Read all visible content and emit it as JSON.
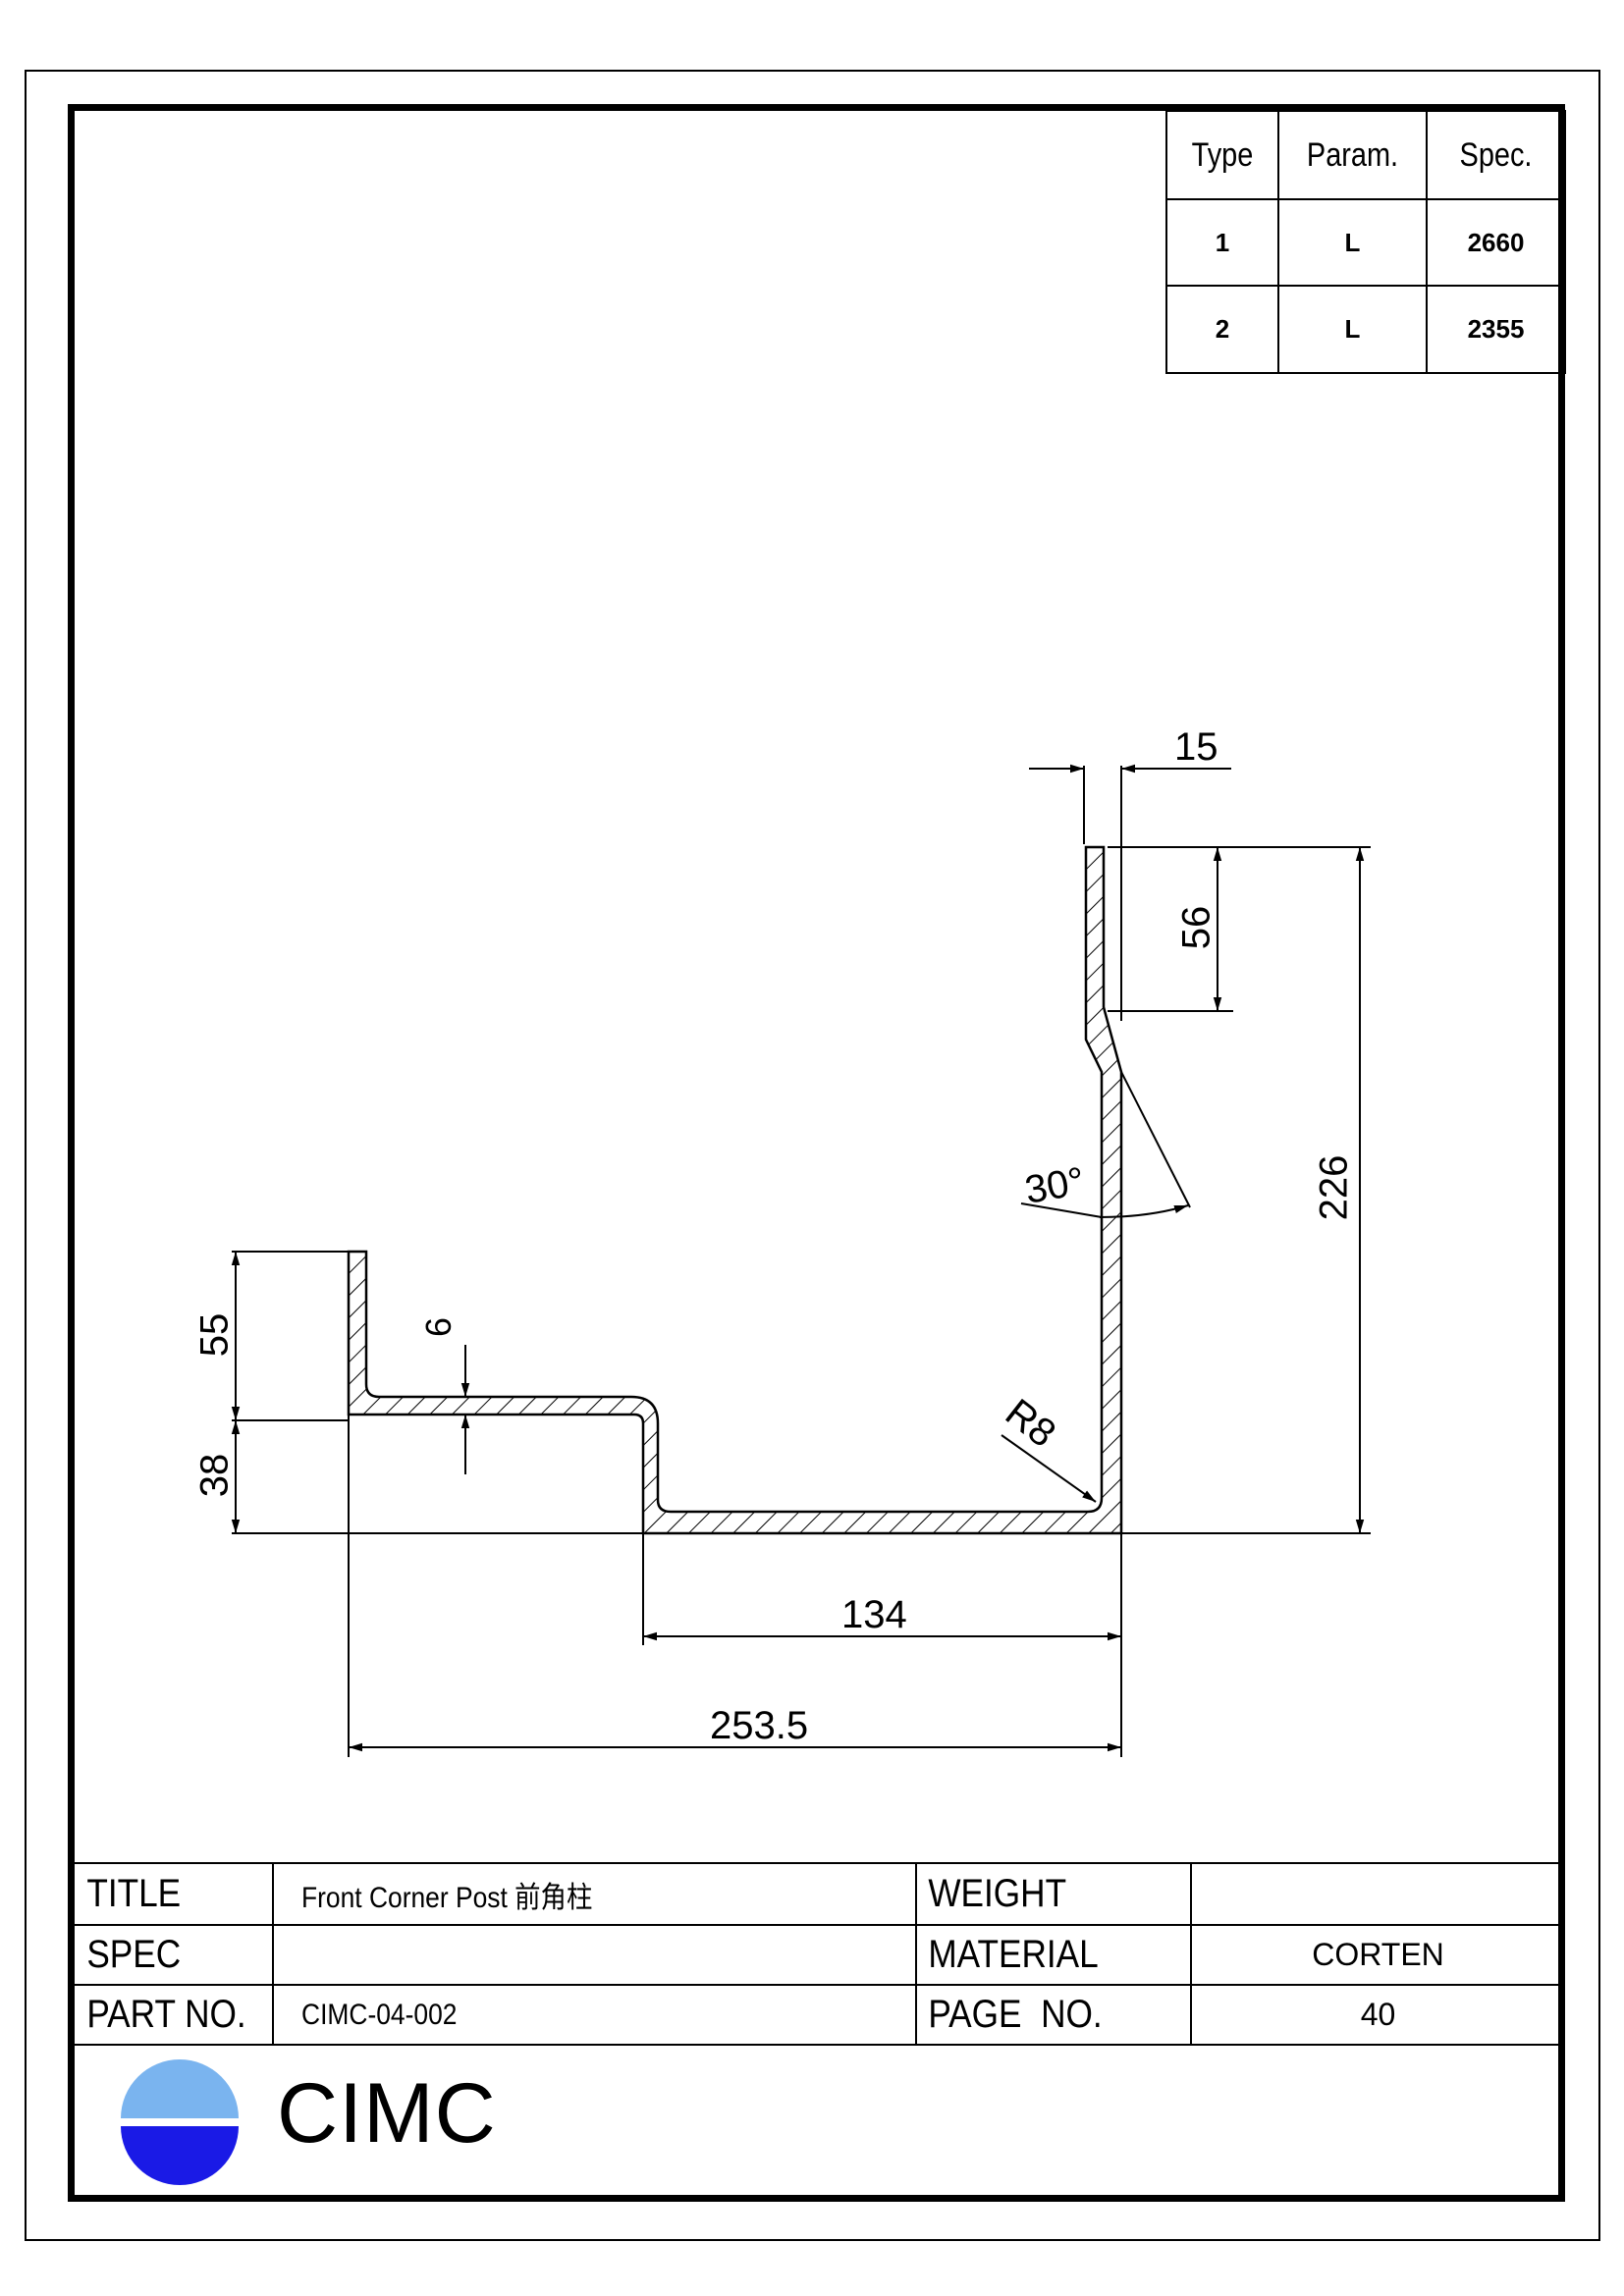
{
  "spec_table": {
    "headers": [
      "Type",
      "Param.",
      "Spec."
    ],
    "rows": [
      [
        "1",
        "L",
        "2660"
      ],
      [
        "2",
        "L",
        "2355"
      ]
    ]
  },
  "dimensions": {
    "top_flange_width": "15",
    "top_segment_height": "56",
    "total_height": "226",
    "bend_angle": "30°",
    "left_upper_height": "55",
    "thickness": "6",
    "left_lower_height": "38",
    "corner_radius": "R8",
    "bottom_width": "134",
    "overall_width": "253.5"
  },
  "title_block": {
    "title_label": "TITLE",
    "title_value": "Front Corner Post 前角柱",
    "spec_label": "SPEC",
    "spec_value": "",
    "part_label": "PART NO.",
    "part_value": "CIMC-04-002",
    "weight_label": "WEIGHT",
    "weight_value": "",
    "material_label": "MATERIAL",
    "material_value": "CORTEN",
    "page_label": "PAGE  NO.",
    "page_value": "40"
  },
  "logo": {
    "text": "CIMC",
    "colors": {
      "upper": "#7ab4ef",
      "lower": "#1a1ae6"
    }
  }
}
